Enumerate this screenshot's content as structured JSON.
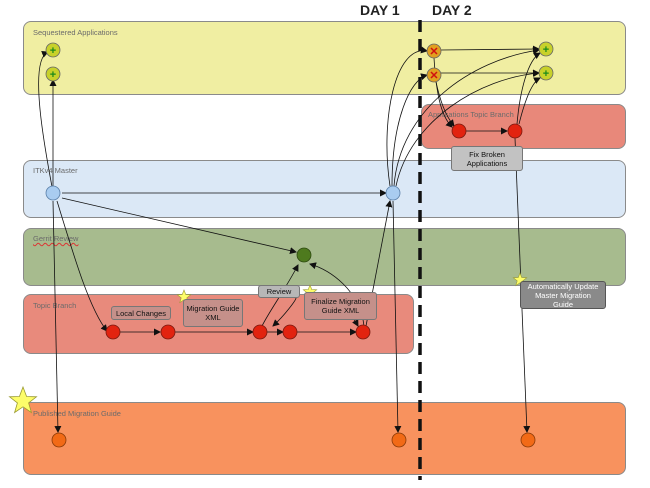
{
  "days": [
    "DAY 1",
    "DAY 2"
  ],
  "lanes": {
    "sequestered": "Sequestered Applications",
    "apps_topic": "Applications Topic Branch",
    "master": "ITKv4 Master",
    "gerrit": "Gerrit Review",
    "topic": "Topic Branch",
    "published": "Published Migration Guide"
  },
  "boxes": {
    "local_changes": "Local Changes",
    "migration_guide_line1": "Migration Guide",
    "migration_guide_line2": "XML",
    "review": "Review",
    "finalize_line1": "Finalize Migration",
    "finalize_line2": "Guide XML",
    "fix_broken_line1": "Fix Broken",
    "fix_broken_line2": "Applications",
    "auto_update_line1": "Automatically Update",
    "auto_update_line2": "Master Migration",
    "auto_update_line3": "Guide"
  },
  "colors": {
    "sequestered": "#f0eea2",
    "apps_topic": "#e8887a",
    "master": "#dbe8f6",
    "gerrit": "#a7bb8e",
    "topic": "#e88a7c",
    "published": "#f8925e",
    "node_blue": "#a9ccf0",
    "node_red": "#e2230f",
    "node_orange": "#f26a16",
    "node_green": "#4e7a1e",
    "node_yellow": "#c8d12a",
    "star": "#fdfd6a"
  },
  "icons": [
    "plus-icon",
    "x-icon",
    "star-icon"
  ]
}
